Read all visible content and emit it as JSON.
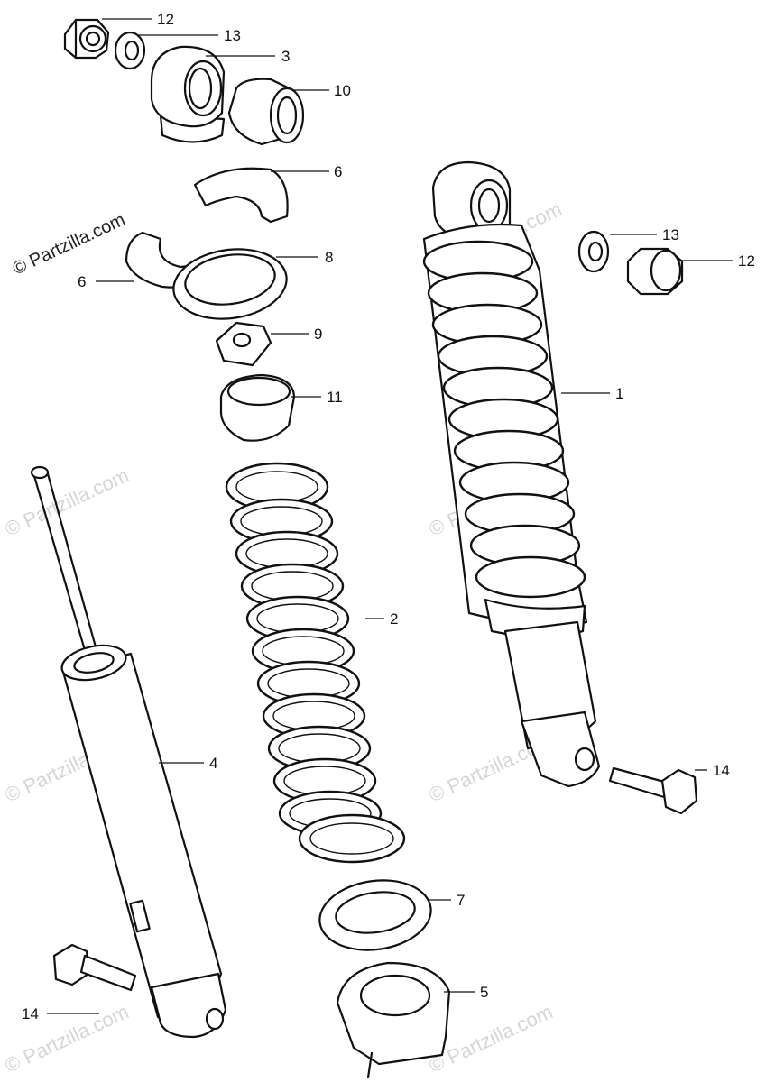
{
  "watermark": {
    "main": "© Partzilla.com",
    "faint": "© Partzilla.com"
  },
  "callouts": {
    "c12a": "12",
    "c13a": "13",
    "c3": "3",
    "c10": "10",
    "c6a": "6",
    "c8": "8",
    "c6b": "6",
    "c9": "9",
    "c11": "11",
    "c13b": "13",
    "c12b": "12",
    "c1": "1",
    "c2": "2",
    "c4": "4",
    "c14a": "14",
    "c7": "7",
    "c5": "5",
    "c14b": "14"
  },
  "colors": {
    "ink": "#111111",
    "paper": "#ffffff",
    "watermark": "#d6d6d6"
  }
}
